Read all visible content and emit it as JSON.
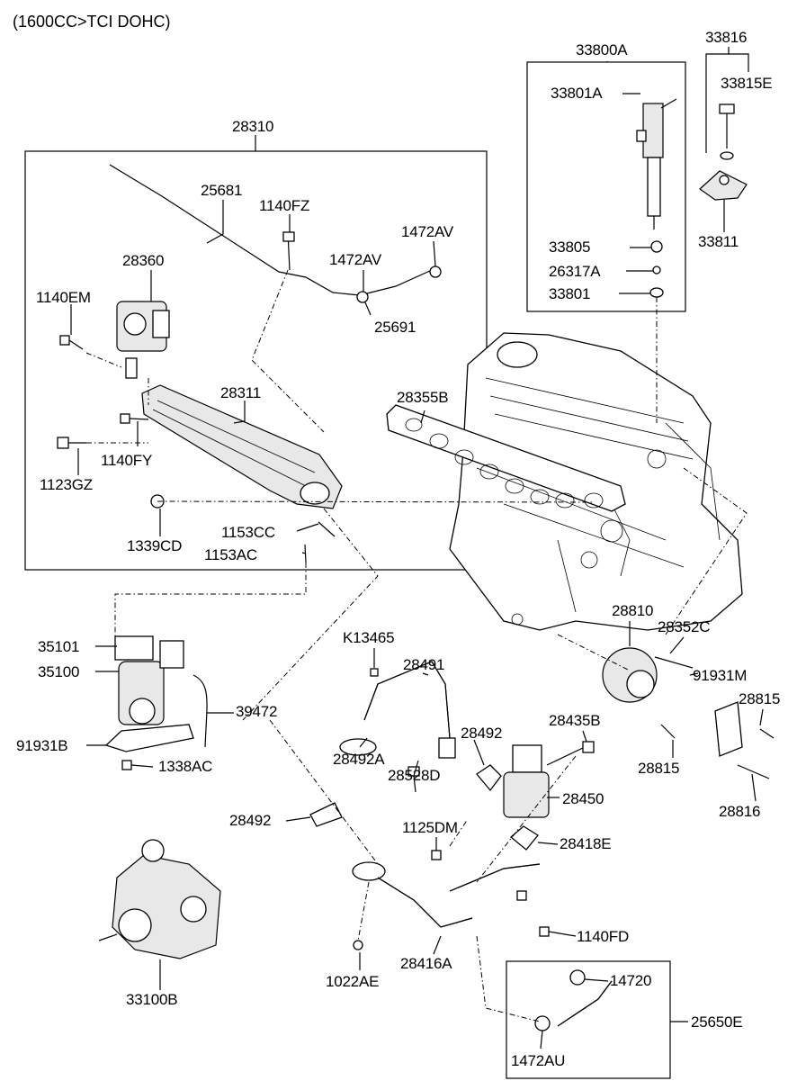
{
  "header": "(1600CC>TCI DOHC)",
  "labels": {
    "p28310": "28310",
    "p25681": "25681",
    "p1140FZ": "1140FZ",
    "p1472AV_a": "1472AV",
    "p1472AV_b": "1472AV",
    "p28360": "28360",
    "p25691": "25691",
    "p1140EM": "1140EM",
    "p28311": "28311",
    "p1140FY": "1140FY",
    "p1123GZ": "1123GZ",
    "p1339CD": "1339CD",
    "p1153CC": "1153CC",
    "p1153AC": "1153AC",
    "p33800A": "33800A",
    "p33816": "33816",
    "p33815E": "33815E",
    "p33801A": "33801A",
    "p33811": "33811",
    "p33805": "33805",
    "p26317A": "26317A",
    "p33801": "33801",
    "p28355B": "28355B",
    "p28810": "28810",
    "p28352C": "28352C",
    "p91931M": "91931M",
    "p28815_a": "28815",
    "p28815_b": "28815",
    "p28816": "28816",
    "p35101": "35101",
    "p35100": "35100",
    "p39472": "39472",
    "p91931B": "91931B",
    "p1338AC": "1338AC",
    "pK13465": "K13465",
    "p28491": "28491",
    "p28492_a": "28492",
    "p28492A": "28492A",
    "p28528D": "28528D",
    "p28435B": "28435B",
    "p28450": "28450",
    "p28492_b": "28492",
    "p1125DM": "1125DM",
    "p28418E": "28418E",
    "p1140FD": "1140FD",
    "p1022AE": "1022AE",
    "p28416A": "28416A",
    "p33100B": "33100B",
    "p14720": "14720",
    "p25650E": "25650E",
    "p1472AU": "1472AU"
  }
}
